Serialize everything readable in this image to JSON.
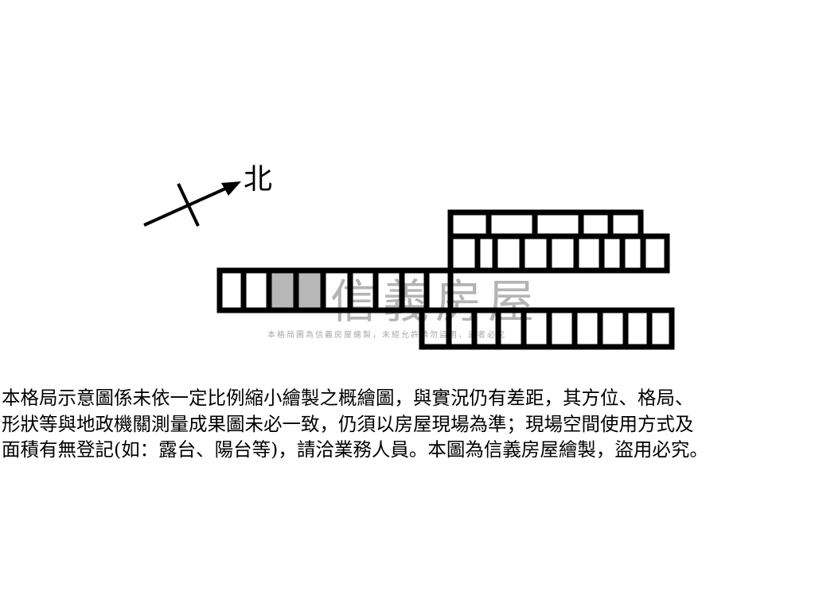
{
  "compass": {
    "label": "北"
  },
  "watermark": {
    "brand": "信義房屋",
    "notice": "本格局圖為信義房屋繪製，未經允許請勿盜用，違者必究"
  },
  "disclaimer": {
    "text": "本格局示意圖係未依一定比例縮小繪製之概繪圖，與實況仍有差距，其方位、格局、\n形狀等與地政機關測量成果圖未必一致，仍須以房屋現場為準；現場空間使用方式及\n面積有無登記(如：露台、陽台等)，請洽業務人員。本圖為信義房屋繪製，盜用必究。"
  }
}
